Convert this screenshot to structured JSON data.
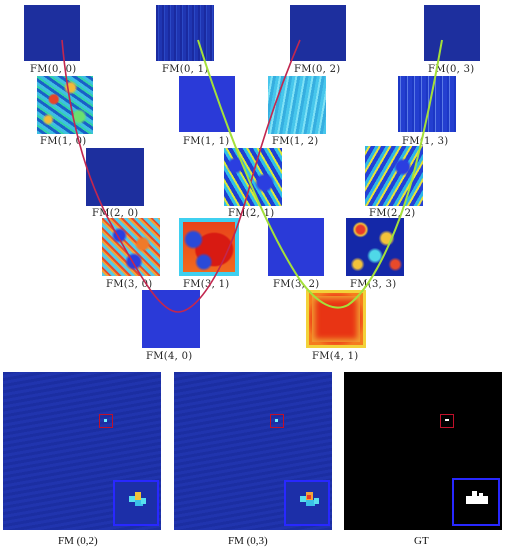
{
  "grid_labels": {
    "fm00": "FM(0, 0)",
    "fm01": "FM(0, 1)",
    "fm02": "FM(0, 2)",
    "fm03": "FM(0, 3)",
    "fm10": "FM(1, 0)",
    "fm11": "FM(1, 1)",
    "fm12": "FM(1, 2)",
    "fm13": "FM(1, 3)",
    "fm20": "FM(2, 0)",
    "fm21": "FM(2, 1)",
    "fm22": "FM(2, 2)",
    "fm30": "FM(3, 0)",
    "fm31": "FM(3, 1)",
    "fm32": "FM(3, 2)",
    "fm33": "FM(3, 3)",
    "fm40": "FM(4, 0)",
    "fm41": "FM(4, 1)"
  },
  "bottom_labels": {
    "left": "FM (0,2)",
    "middle": "FM (0,3)",
    "right": "GT"
  },
  "colors": {
    "red_curve": "#c2274f",
    "green_curve": "#a4e03a",
    "highlight_box": "#c0102a",
    "zoom_box": "#2828ff"
  }
}
